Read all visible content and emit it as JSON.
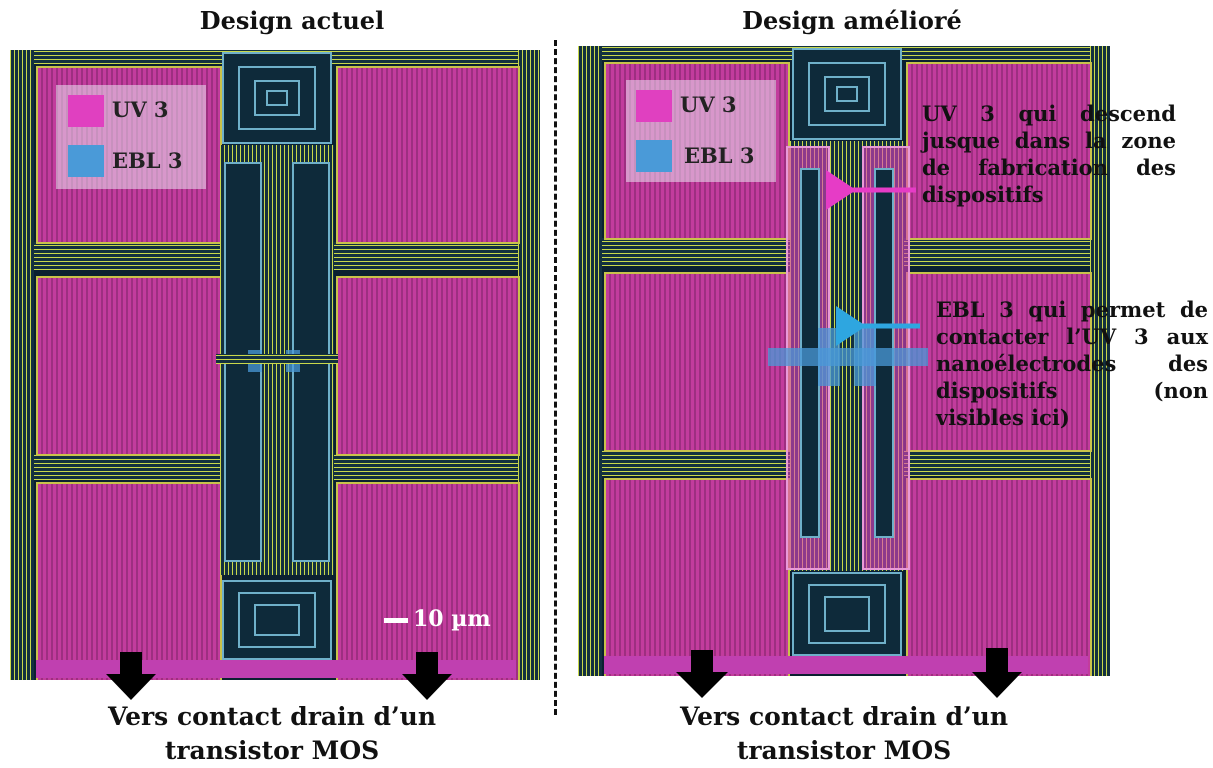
{
  "left": {
    "title": "Design actuel",
    "legend": [
      {
        "label": "UV 3",
        "color": "#e040c0"
      },
      {
        "label": "EBL 3",
        "color": "#4a9ad8"
      }
    ],
    "scale_label": "10 µm",
    "caption_line1": "Vers contact drain d’un",
    "caption_line2": "transistor MOS"
  },
  "right": {
    "title": "Design amélioré",
    "legend": [
      {
        "label": "UV 3",
        "color": "#e040c0"
      },
      {
        "label": "EBL 3",
        "color": "#4a9ad8"
      }
    ],
    "annotation_uv3": "UV 3 qui descend jusque dans la zone de fabrication des dispositifs",
    "annotation_ebl3": "EBL 3 qui permet de contacter l’UV 3 aux nanoélectrodes des dispositifs (non visibles ici)",
    "caption_line1": "Vers contact drain d’un",
    "caption_line2": "transistor MOS"
  },
  "colors": {
    "uv3": "#e040c0",
    "ebl3": "#4a9ad8",
    "uv3_arrow": "#e63cc6",
    "ebl3_arrow": "#2ea6e0",
    "drain_arrow": "#000000"
  }
}
